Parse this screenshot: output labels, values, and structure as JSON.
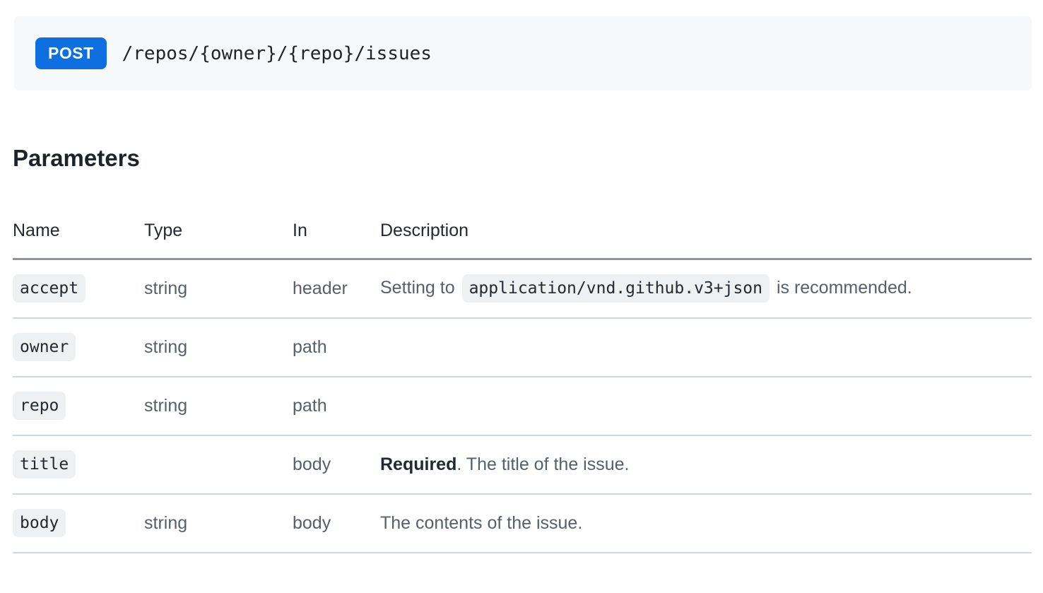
{
  "colors": {
    "method_badge_bg": "#0d6fe0",
    "endpoint_header_bg": "#f6f8fa",
    "code_chip_bg": "#eef0f2",
    "table_header_rule": "#8f959b",
    "row_divider": "#d0d7de"
  },
  "endpoint": {
    "method": "POST",
    "path": "/repos/{owner}/{repo}/issues"
  },
  "parameters": {
    "heading": "Parameters",
    "columns": [
      "Name",
      "Type",
      "In",
      "Description"
    ],
    "rows": [
      {
        "name": "accept",
        "type": "string",
        "in": "header",
        "description": [
          {
            "kind": "text",
            "value": "Setting to "
          },
          {
            "kind": "code",
            "value": "application/vnd.github.v3+json"
          },
          {
            "kind": "text",
            "value": " is recommended."
          }
        ]
      },
      {
        "name": "owner",
        "type": "string",
        "in": "path",
        "description": []
      },
      {
        "name": "repo",
        "type": "string",
        "in": "path",
        "description": []
      },
      {
        "name": "title",
        "type": "",
        "in": "body",
        "description": [
          {
            "kind": "bold",
            "value": "Required"
          },
          {
            "kind": "text",
            "value": ". The title of the issue."
          }
        ]
      },
      {
        "name": "body",
        "type": "string",
        "in": "body",
        "description": [
          {
            "kind": "text",
            "value": "The contents of the issue."
          }
        ]
      }
    ]
  }
}
